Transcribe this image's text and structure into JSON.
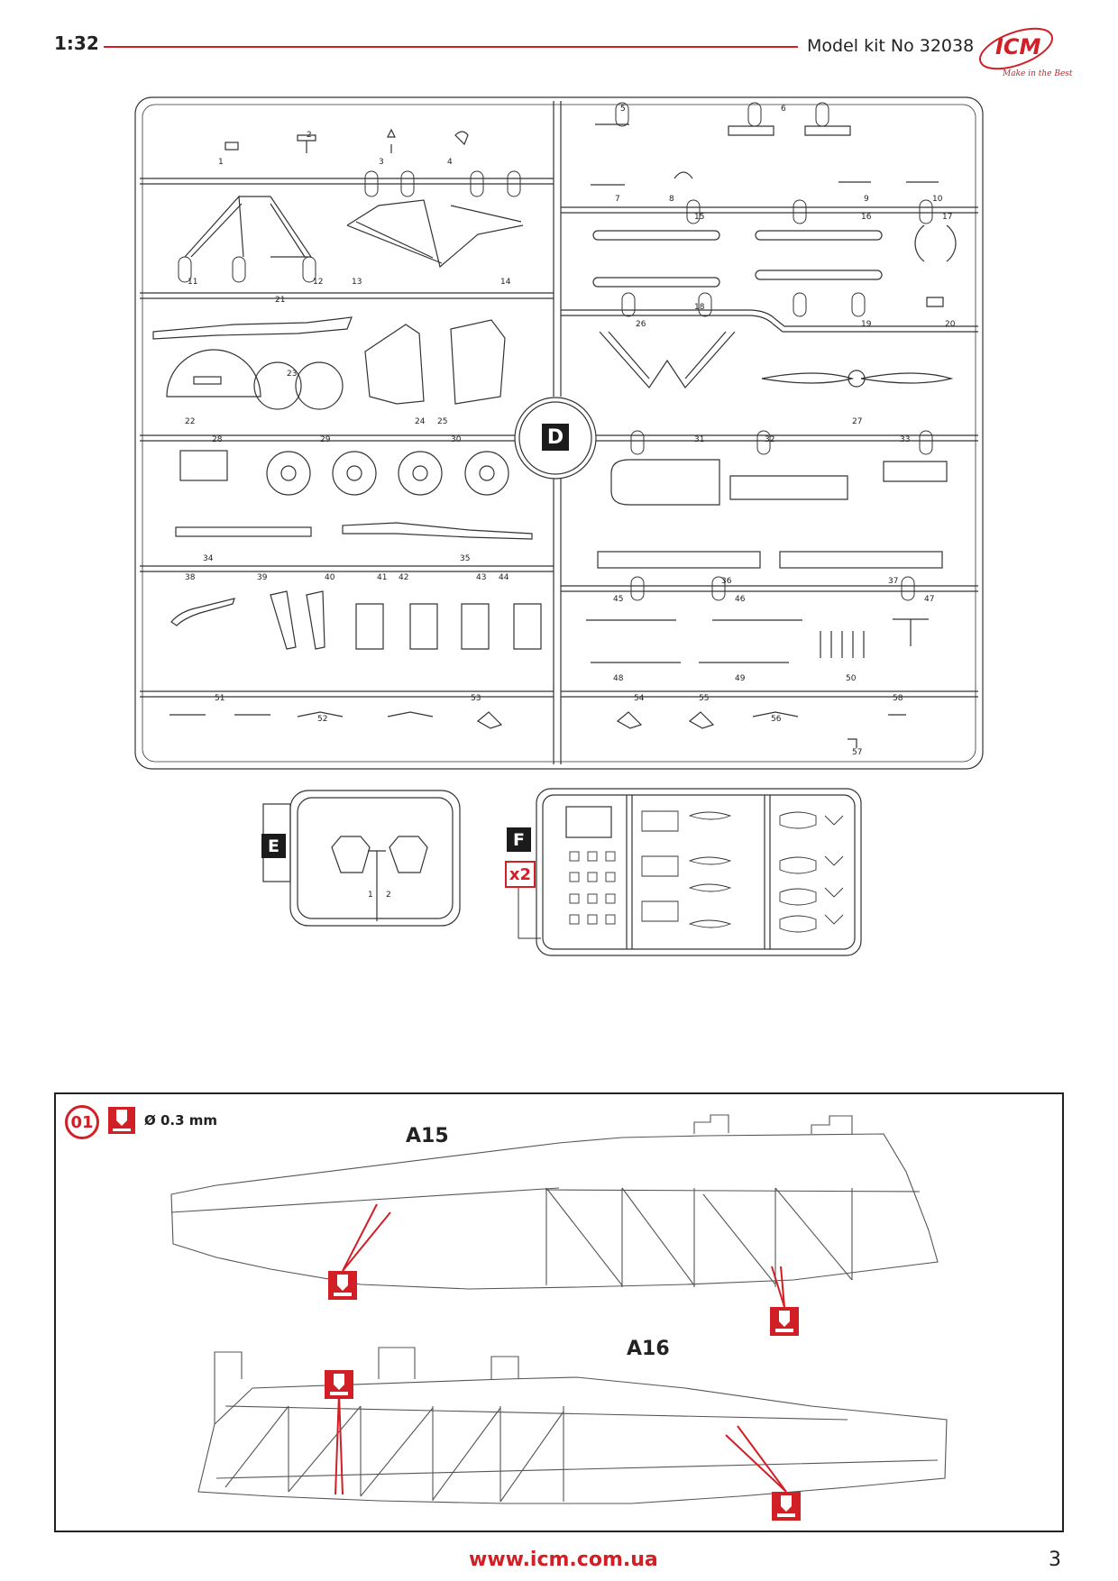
{
  "header": {
    "scale": "1:32",
    "kit_label": "Model kit No 32038",
    "logo_text": "ICM",
    "logo_slogan": "Make in the Best",
    "accent_color": "#d21f26"
  },
  "sprues": {
    "d_label": "D",
    "e_label": "E",
    "f_label": "F",
    "f_multiplier": "x2",
    "d_part_numbers": [
      "1",
      "2",
      "3",
      "4",
      "5",
      "6",
      "7",
      "8",
      "9",
      "10",
      "11",
      "12",
      "13",
      "14",
      "15",
      "16",
      "17",
      "18",
      "19",
      "20",
      "21",
      "22",
      "23",
      "24",
      "25",
      "26",
      "27",
      "28",
      "29",
      "30",
      "31",
      "32",
      "33",
      "34",
      "35",
      "36",
      "37",
      "38",
      "39",
      "40",
      "41",
      "42",
      "43",
      "44",
      "45",
      "46",
      "47",
      "48",
      "49",
      "50",
      "51",
      "52",
      "53",
      "54",
      "55",
      "56",
      "57",
      "58"
    ],
    "e_part_numbers": [
      "1",
      "2"
    ]
  },
  "step": {
    "number": "01",
    "drill_diameter": "Ø 0.3 mm",
    "part_top": "A15",
    "part_bottom": "A16",
    "icon": "drill-icon"
  },
  "footer": {
    "url": "www.icm.com.ua",
    "page_number": "3"
  }
}
